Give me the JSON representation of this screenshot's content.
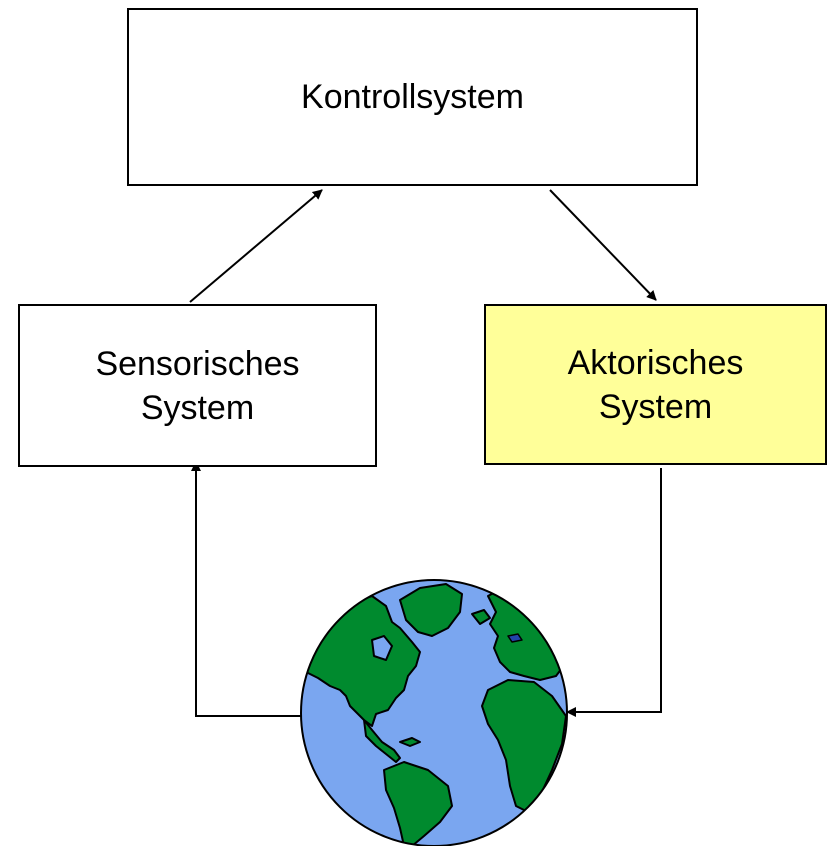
{
  "diagram": {
    "control_box": {
      "label": "Kontrollsystem"
    },
    "sensor_box": {
      "line1": "Sensorisches",
      "line2": "System"
    },
    "actuator_box": {
      "line1": "Aktorisches",
      "line2": "System"
    },
    "world": {
      "icon": "globe-icon"
    }
  },
  "colors": {
    "actuator_fill": "#FFFF99",
    "ocean": "#7AA6F0",
    "land": "#008A2E",
    "stroke": "#000000"
  }
}
